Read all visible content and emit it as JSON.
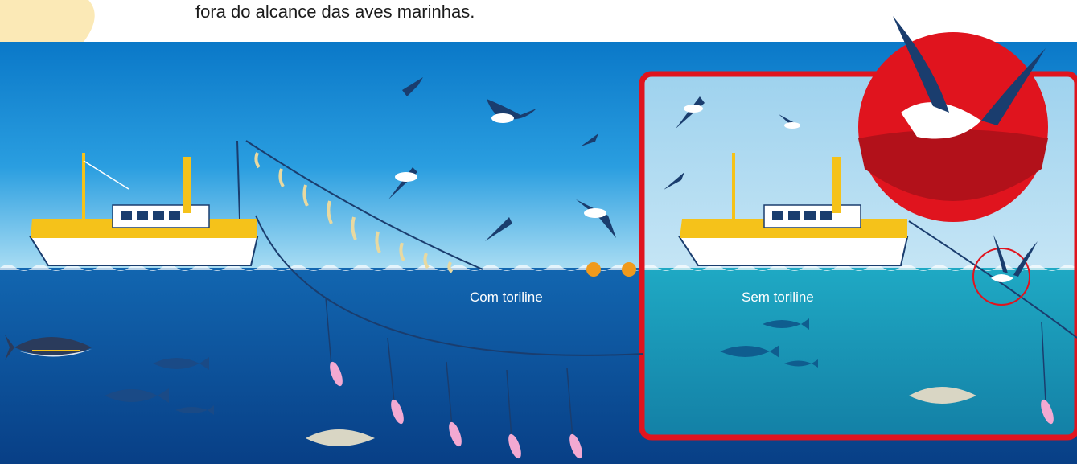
{
  "header": {
    "caption_line": "fora do alcance das aves marinhas."
  },
  "scenes": {
    "with_toriline_label": "Com toriline",
    "without_toriline_label": "Sem toriline"
  },
  "colors": {
    "sky_top": "#0a78c8",
    "sky_bottom": "#8fd3f2",
    "sea_deep": "#0b4e9a",
    "sea_inset": "#1a9bb8",
    "frame_red": "#e0141e",
    "boat_yellow": "#f5c21a",
    "bird_navy": "#1a3d6e"
  }
}
